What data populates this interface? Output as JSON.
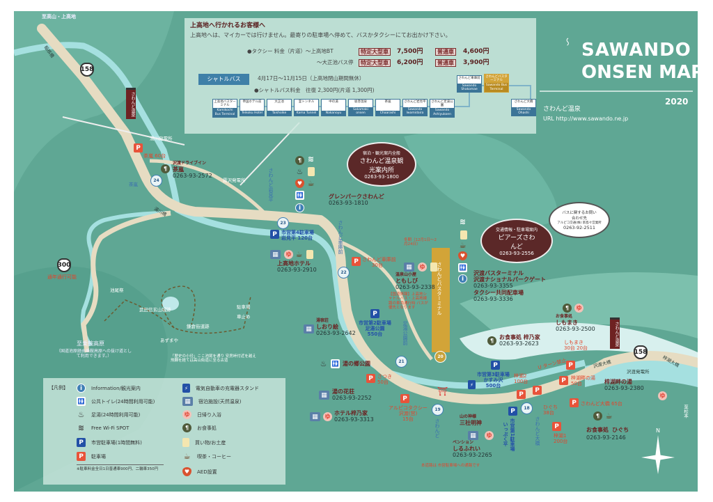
{
  "map_edges": {
    "top_left": "至高山・上高地",
    "right": "至松本",
    "southwest": "至乗鞍高原",
    "southwest_note": "（国道池原経由乗鞍高原への抜け道として利用できます。）"
  },
  "title": {
    "line1": "SAWANDO",
    "line2": "ONSEN MAP",
    "year": "2020",
    "name_jp": "さわんど温泉",
    "url": "URL http://www.sawando.ne.jp",
    "logo_text": "さわんど温泉"
  },
  "info": {
    "heading": "上高地へ行かれるお客様へ",
    "message": "上高地へは、マイカーでは行けません。最寄りの駐車場へ停めて、バスかタクシーにてお出かけ下さい。",
    "taxi": {
      "label": "●タクシー 料金（片道）〜上高地BT",
      "label2": "〜大正池バス停",
      "large_label": "特定大型車",
      "normal_label": "普通車",
      "bt_large": "7,500円",
      "bt_normal": "4,600円",
      "taisho_large": "6,200円",
      "taisho_normal": "3,900円"
    },
    "shuttle": {
      "label": "シャトルバス",
      "period": "4月17日〜11月15日（上高地閉山期間無休）",
      "fare": "●シャトルバス料金　往復 2,300円(片道 1,300円)"
    },
    "stops": [
      {
        "jp": "上高地バスターミナル",
        "en": "Kamikochi Bus Terminal"
      },
      {
        "jp": "帝国ホテル前",
        "en": "Teikoku Hotel"
      },
      {
        "jp": "大正池",
        "en": "Taishoike"
      },
      {
        "jp": "釜トンネル",
        "en": "Kama Tunnel"
      },
      {
        "jp": "中の湯",
        "en": "Nakanoyu"
      },
      {
        "jp": "坂巻温泉",
        "en": "Sakamaki onsen"
      },
      {
        "jp": "茶嵐",
        "en": "Chaarashi"
      },
      {
        "jp": "さわんど岩見平",
        "en": "Sawando Iwamidaira"
      },
      {
        "jp": "さわんど足湯公園",
        "en": "Sawando Ashiyukoen"
      },
      {
        "jp": "さわんど車庫前",
        "en": "Sawando Shakomae"
      },
      {
        "jp": "さわんどバスターミナル",
        "en": "Sawando Bus Terminal"
      },
      {
        "jp": "さわんど大橋",
        "en": "Sawando Ohashi"
      }
    ]
  },
  "legend": {
    "title": "【凡例】",
    "left": [
      "Information/観光案内",
      "公共トイレ(24時間利用可能)",
      "足湯(24時間利用可能)",
      "Free Wi-Fi SPOT",
      "市営駐車場(1時間無料)",
      "駐車場"
    ],
    "note": "※駐車料金全日1日普通車900円、二輪車350円",
    "right": [
      "電気自動車の充電器スタンド",
      "宿泊施設(天然温泉)",
      "日帰り入浴",
      "お食事処",
      "買い物/お土産",
      "喫茶・コーヒー",
      "AED設置"
    ]
  },
  "roads": {
    "r158": "158",
    "r300": "300",
    "r300_note": "通年通行可能"
  },
  "bus_stops": [
    "24",
    "23",
    "22",
    "21",
    "20",
    "19",
    "18"
  ],
  "bubbles": {
    "kanko": {
      "sub": "宿泊・観光案内全般",
      "name": "さわんど温泉観光案内所",
      "phone": "0263-93-1800"
    },
    "piazu": {
      "sub": "交通情報・駐車場案内",
      "name": "ピアーズさわんど",
      "phone": "0263-93-2556"
    },
    "bus": {
      "sub": "バスに関するお問い合わせ先",
      "company": "アルピコ交通(株) 新島々営業所",
      "phone": "0263-92-2511"
    }
  },
  "places": {
    "chaarashi": {
      "sub": "沢渡ドライブイン",
      "name": "茶嵐",
      "phone": "0263-93-2572"
    },
    "glenpark": {
      "name": "グレンパークさわんど",
      "phone": "0263-93-1810"
    },
    "kamikochi_hotel": {
      "name": "上高地ホテル",
      "phone": "0263-93-2910"
    },
    "tomoshibi": {
      "sub": "温泉山小屋",
      "name": "ともしび",
      "phone": "0263-93-2338"
    },
    "terminal": {
      "name": "沢渡バスターミナル",
      "name2": "沢渡ナショナルパークゲート",
      "phone": "0263-93-3355",
      "taxi": "タクシー共同配車場",
      "taxi_phone": "0263-93-3336"
    },
    "shiori": {
      "sub": "湯宿荘",
      "name": "しおり絵",
      "phone": "0263-93-2642"
    },
    "yunosato": {
      "name": "湯の郷公園"
    },
    "yunohana": {
      "name": "湯の花荘",
      "phone": "0263-93-2252"
    },
    "shinoya_hotel": {
      "name": "ホテル梓乃家",
      "phone": "0263-93-3313"
    },
    "sanja": {
      "sub": "山の神様",
      "name": "三社明神"
    },
    "silfray": {
      "sub": "ペンション",
      "name": "しるふれい",
      "phone": "0263-93-2265"
    },
    "shinoya_food": {
      "name": "お食事処 梓乃家",
      "phone": "0263-93-2623"
    },
    "shimomaki": {
      "sub": "お食事処",
      "name": "しもまき",
      "phone": "0263-93-2500"
    },
    "azusa_kohan": {
      "name": "梓湖畔の湯",
      "phone": "0263-93-2380"
    },
    "higuchi": {
      "sub": "お食事処",
      "name": "ひぐち",
      "phone": "0263-93-2146"
    }
  },
  "parking": {
    "chaarashi": "茶嵐 60台",
    "p4": "市営第4駐車場",
    "p4b": "岩見平 120台",
    "shako": "さわんど車庫前",
    "shako_n": "30台",
    "p2": "市営第2駐車場",
    "p2b": "足湯公園",
    "p2n": "550台",
    "satsuki": "さつき 50台",
    "alpico": "アルピコタクシー",
    "alpico2": "沢渡(営)",
    "alpico_n": "15台",
    "p3": "市営第3駐車場",
    "p3b": "かすみ沢",
    "p3n": "500台",
    "p1": "市営第1駐車場",
    "p1b": "いっぷく平",
    "azusa2": "梓湖2",
    "azusa2n": "100台",
    "higuchi": "ひぐち",
    "higuchi_n": "38台",
    "azusa1": "梓湖1",
    "azusa1n": "200台",
    "shimomaki": "しもまき",
    "shimomaki_n": "30台 20台",
    "kohan": "梓湖畔の湯",
    "kohan_n": "50台",
    "ohashi": "さわんど大橋 65台"
  },
  "geo": {
    "inakoki": "稲核橋",
    "yukawa_hatsuden": "湯川発電所",
    "kasumi_hatsuden": "霞沢発電所",
    "yukawa_bridge": "湯川橋",
    "ikeo": "池尾祭",
    "takeda": "武田信玄山城跡",
    "azumaya": "あずまや",
    "kamakura": "鎌倉街道跡",
    "chushajo": "駐車場",
    "kurumadome": "車止め",
    "kokei": "「歴史の小径」ここ池尾を通り 安房峠付近を越え 飛騨を経ては高山街道に至る古道",
    "iwamidaira_v": "さわんど岩見平",
    "shako_v": "さわんど車庫前",
    "ashiyu_v": "足湯公園前",
    "terminal_v": "さわんどバスターミナル",
    "sawando_v": "さわんど",
    "ohashi_v": "さわんど大橋",
    "sawando_bridge": "沢渡大橋",
    "sawando_hatsuden": "沢渡発電所",
    "azusako_bridge": "梓湖大橋",
    "chaarashi_stop": "茶嵐",
    "kankoku": "【国道情報】上高地シャトルバス・上高地線路の車両通行時 バスが優先となります",
    "shikou": "冬期（12月1日〜2月24日）",
    "uturn": "U ターン禁止",
    "note_south": "本道路は 市営駐車場への通路です"
  }
}
